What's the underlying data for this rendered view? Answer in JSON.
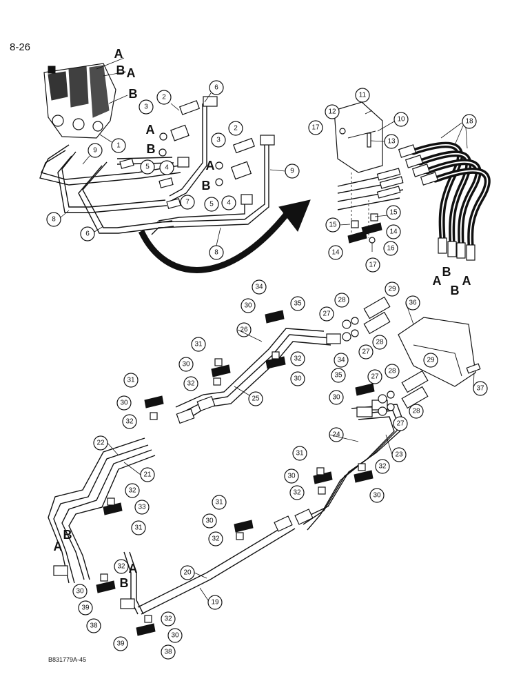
{
  "page": {
    "number": "8-26",
    "reference_code": "B831779A-45"
  },
  "callouts": [
    "1",
    "2",
    "3",
    "4",
    "5",
    "6",
    "7",
    "8",
    "9",
    "10",
    "11",
    "12",
    "13",
    "14",
    "15",
    "16",
    "17",
    "18",
    "19",
    "20",
    "21",
    "22",
    "23",
    "24",
    "25",
    "26",
    "27",
    "28",
    "29",
    "30",
    "31",
    "32",
    "33",
    "34",
    "35",
    "36",
    "37",
    "38",
    "39"
  ],
  "letters": {
    "a": "A",
    "b": "B"
  }
}
